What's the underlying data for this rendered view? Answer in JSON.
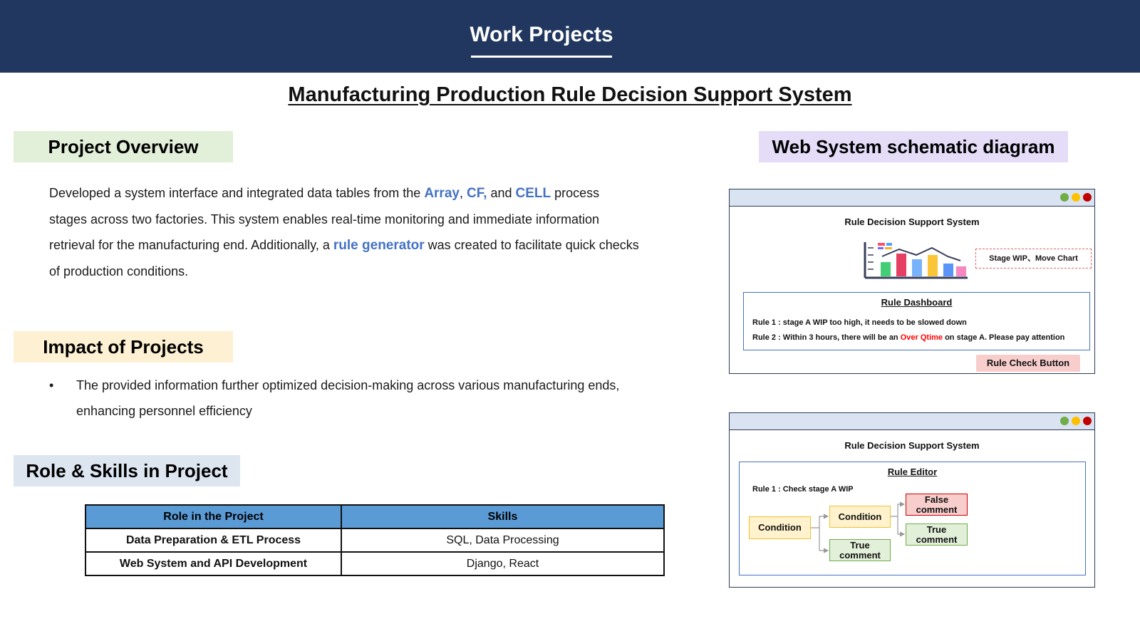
{
  "header": {
    "title": "Work Projects"
  },
  "main_title": "Manufacturing Production Rule Decision Support System",
  "sections": {
    "overview": "Project Overview",
    "impact": "Impact of Projects",
    "role": "Role & Skills in Project",
    "web": "Web System schematic diagram"
  },
  "overview": {
    "t1": "Developed a system interface and integrated data tables from the ",
    "h1": "Array",
    "t2": ", ",
    "h2": "CF,",
    "t3": " and ",
    "h3": "CELL",
    "t4": " process stages across two factories. This system enables real-time monitoring and immediate information retrieval for the manufacturing end. Additionally, a ",
    "h4": "rule generator",
    "t5": " was created to facilitate quick checks of production conditions."
  },
  "impact": {
    "items": [
      "The provided information further optimized decision-making across various manufacturing ends, enhancing personnel efficiency"
    ]
  },
  "table": {
    "headers": [
      "Role in the Project",
      "Skills"
    ],
    "rows": [
      {
        "role": "Data Preparation & ETL Process",
        "skills": "SQL, Data Processing"
      },
      {
        "role": "Web System and API Development",
        "skills": "Django, React"
      }
    ]
  },
  "diagram1": {
    "title": "Rule Decision Support System",
    "chart_label": "Stage WIP、Move Chart",
    "dashboard_title": "Rule Dashboard",
    "rule1": "Rule 1 : stage A WIP too high, it needs to be slowed down",
    "rule2_a": "Rule 2 : Within 3 hours, there will be an ",
    "rule2_b": "Over Qtime",
    "rule2_c": " on stage A. Please pay attention",
    "button": "Rule Check Button"
  },
  "diagram2": {
    "title": "Rule Decision Support System",
    "editor_title": "Rule Editor",
    "rule": "Rule 1 : Check stage A WIP",
    "node_condition_1": "Condition",
    "node_condition_2": "Condition",
    "node_true_1": "True comment",
    "node_false": "False comment",
    "node_true_2": "True comment"
  },
  "colors": {
    "header_bg": "#21375f",
    "highlight": "#4472c4",
    "table_header": "#5b9bd5",
    "alert": "#ff0000"
  }
}
